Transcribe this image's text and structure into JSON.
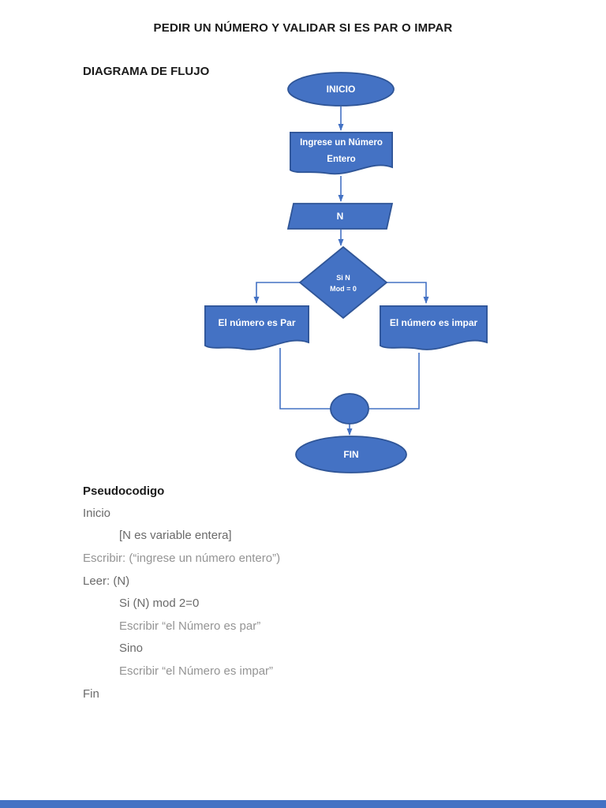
{
  "page": {
    "title": "PEDIR UN NÚMERO Y VALIDAR SI ES PAR O IMPAR",
    "flowchart_heading": "DIAGRAMA DE FLUJO"
  },
  "flowchart": {
    "nodes": {
      "start_label": "INICIO",
      "input_label": "Ingrese un Número Entero",
      "read_label": "N",
      "decision_label_line1": "Si N",
      "decision_label_line2": "Mod = 0",
      "even_label": "El número es Par",
      "odd_label": "El número es impar",
      "end_label": "FIN"
    },
    "colors": {
      "shape_fill": "#4472C4",
      "shape_border": "#2F5597",
      "connector": "#4472C4",
      "label_text": "#FFFFFF"
    }
  },
  "pseudocode": {
    "heading": "Pseudocodigo",
    "lines": [
      "Inicio",
      "[N es variable entera]",
      "Escribir: (“ingrese un número entero”)",
      "Leer: (N)",
      "Si (N) mod 2=0",
      "Escribir “el Número es par”",
      "Sino",
      "Escribir “el Número es impar”",
      "Fin"
    ]
  },
  "footer": {
    "next_page_bar_color": "#4472C4"
  }
}
